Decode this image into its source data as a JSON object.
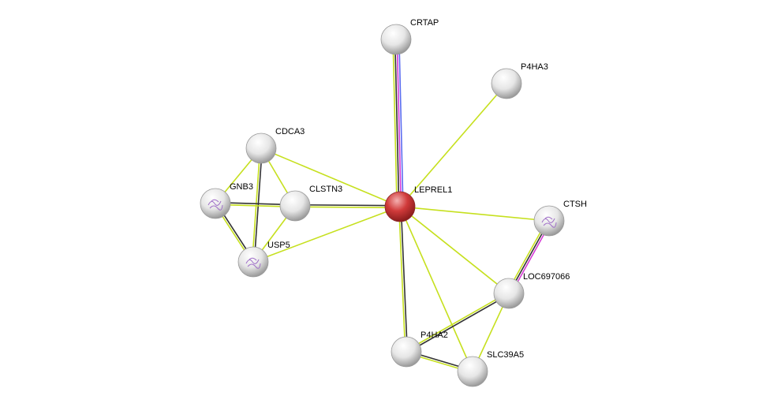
{
  "network": {
    "colors": {
      "textmining": "#c6e01e",
      "coexpression": "#333333",
      "experiments": "#d63ad6",
      "database": "#5b6cf0",
      "query_node": "#d03a3a",
      "node": "#e8e8e8"
    },
    "nodes": [
      {
        "id": "CRTAP",
        "label": "CRTAP",
        "query": false,
        "structure": false
      },
      {
        "id": "P4HA3",
        "label": "P4HA3",
        "query": false,
        "structure": false
      },
      {
        "id": "CDCA3",
        "label": "CDCA3",
        "query": false,
        "structure": false
      },
      {
        "id": "GNB3",
        "label": "GNB3",
        "query": false,
        "structure": true
      },
      {
        "id": "CLSTN3",
        "label": "CLSTN3",
        "query": false,
        "structure": false
      },
      {
        "id": "LEPREL1",
        "label": "LEPREL1",
        "query": true,
        "structure": false
      },
      {
        "id": "CTSH",
        "label": "CTSH",
        "query": false,
        "structure": true
      },
      {
        "id": "USP5",
        "label": "USP5",
        "query": false,
        "structure": true
      },
      {
        "id": "LOC697066",
        "label": "LOC697066",
        "query": false,
        "structure": false
      },
      {
        "id": "P4HA2",
        "label": "P4HA2",
        "query": false,
        "structure": false
      },
      {
        "id": "SLC39A5",
        "label": "SLC39A5",
        "query": false,
        "structure": false
      }
    ],
    "edges": [
      {
        "source": "CRTAP",
        "target": "LEPREL1",
        "evidence": [
          "database",
          "experiments",
          "coexpression",
          "textmining"
        ]
      },
      {
        "source": "P4HA3",
        "target": "LEPREL1",
        "evidence": [
          "textmining"
        ]
      },
      {
        "source": "CDCA3",
        "target": "LEPREL1",
        "evidence": [
          "textmining"
        ]
      },
      {
        "source": "CDCA3",
        "target": "GNB3",
        "evidence": [
          "textmining"
        ]
      },
      {
        "source": "CDCA3",
        "target": "CLSTN3",
        "evidence": [
          "textmining"
        ]
      },
      {
        "source": "CDCA3",
        "target": "USP5",
        "evidence": [
          "coexpression",
          "textmining"
        ]
      },
      {
        "source": "GNB3",
        "target": "CLSTN3",
        "evidence": [
          "coexpression",
          "textmining"
        ]
      },
      {
        "source": "GNB3",
        "target": "USP5",
        "evidence": [
          "coexpression",
          "textmining"
        ]
      },
      {
        "source": "CLSTN3",
        "target": "LEPREL1",
        "evidence": [
          "coexpression",
          "textmining"
        ]
      },
      {
        "source": "CLSTN3",
        "target": "USP5",
        "evidence": [
          "textmining"
        ]
      },
      {
        "source": "USP5",
        "target": "LEPREL1",
        "evidence": [
          "textmining"
        ]
      },
      {
        "source": "LEPREL1",
        "target": "CTSH",
        "evidence": [
          "textmining"
        ]
      },
      {
        "source": "LEPREL1",
        "target": "LOC697066",
        "evidence": [
          "textmining"
        ]
      },
      {
        "source": "LEPREL1",
        "target": "P4HA2",
        "evidence": [
          "coexpression",
          "textmining"
        ]
      },
      {
        "source": "LEPREL1",
        "target": "SLC39A5",
        "evidence": [
          "textmining"
        ]
      },
      {
        "source": "CTSH",
        "target": "LOC697066",
        "evidence": [
          "experiments",
          "coexpression",
          "textmining"
        ]
      },
      {
        "source": "LOC697066",
        "target": "P4HA2",
        "evidence": [
          "coexpression",
          "textmining"
        ]
      },
      {
        "source": "LOC697066",
        "target": "SLC39A5",
        "evidence": [
          "textmining"
        ]
      },
      {
        "source": "P4HA2",
        "target": "SLC39A5",
        "evidence": [
          "coexpression",
          "textmining"
        ]
      }
    ]
  }
}
